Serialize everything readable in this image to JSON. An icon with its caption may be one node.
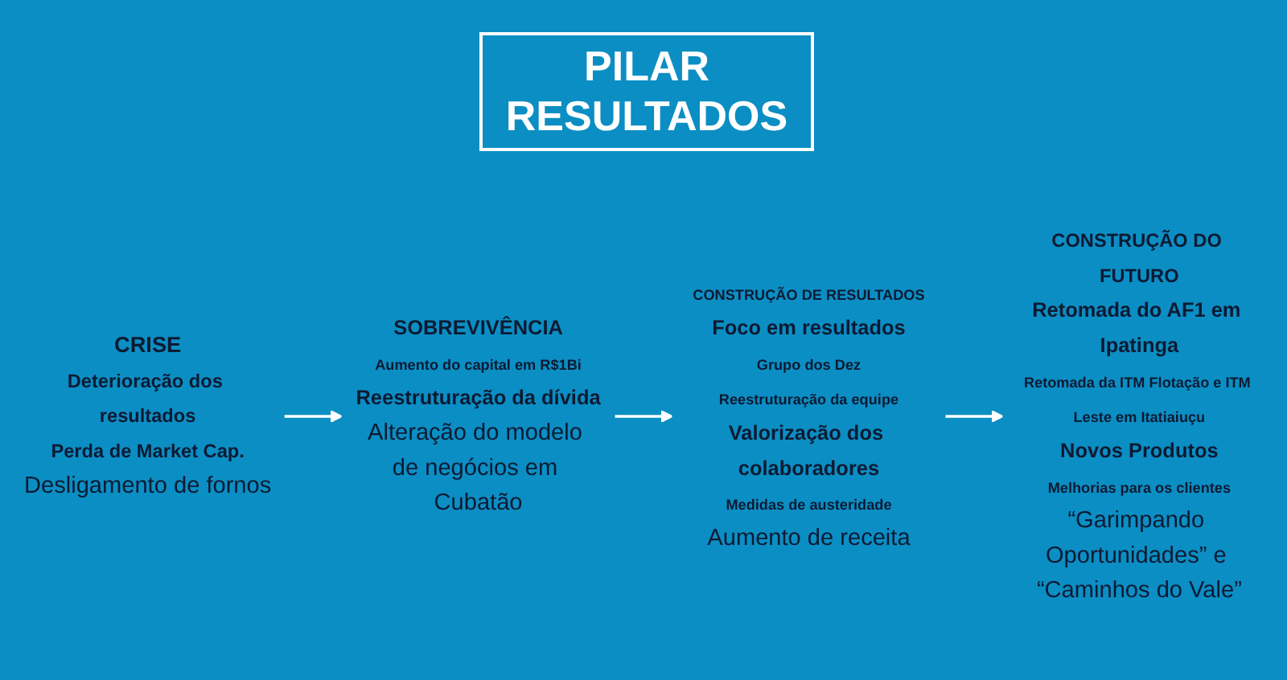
{
  "diagram": {
    "title": "PILAR RESULTADOS",
    "nodes": [
      {
        "text": [
          "CRISE",
          "Deterioração dos resultados",
          "Perda de Market Cap.",
          "Desligamento de fornos"
        ]
      },
      {
        "text": [
          "SOBREVIVÊNCIA",
          "Aumento do capital em R$1Bi",
          "Reestruturação da dívida",
          "Alteração do modelo de negócios em Cubatão"
        ]
      },
      {
        "text": [
          "CONSTRUÇÃO DE RESULTADOS",
          "Foco em resultados",
          "Grupo dos Dez",
          "Reestruturação da equipe",
          "Valorização dos colaboradores",
          "Medidas de austeridade",
          "Aumento de receita"
        ]
      },
      {
        "text": [
          "CONSTRUÇÃO DO FUTURO",
          "Retomada do AF1 em Ipatinga",
          "Retomada da ITM Flotação e ITM Leste em Itatiaiuçu",
          "Novos Produtos",
          "Melhorias para os clientes",
          "“Garimpando Oportunidades” e “Caminhos do Vale”"
        ]
      }
    ],
    "edges": [
      {
        "from": 0,
        "to": 1,
        "arrow": "to"
      },
      {
        "from": 1,
        "to": 2,
        "arrow": "to"
      },
      {
        "from": 2,
        "to": 3,
        "arrow": "to"
      }
    ]
  }
}
